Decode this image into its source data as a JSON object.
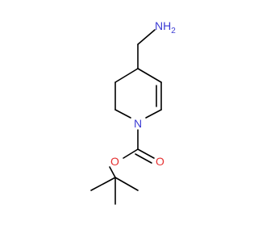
{
  "molecule": {
    "atoms": {
      "n_ring": {
        "text": "N",
        "color": "#3a3ad4"
      },
      "n_amine": {
        "text": "NH",
        "sub": "2",
        "color": "#3a3ad4"
      },
      "o_carbonyl": {
        "text": "O",
        "color": "#e53030"
      },
      "o_ester": {
        "text": "O",
        "color": "#e53030"
      }
    },
    "bond_color": "#000000"
  }
}
